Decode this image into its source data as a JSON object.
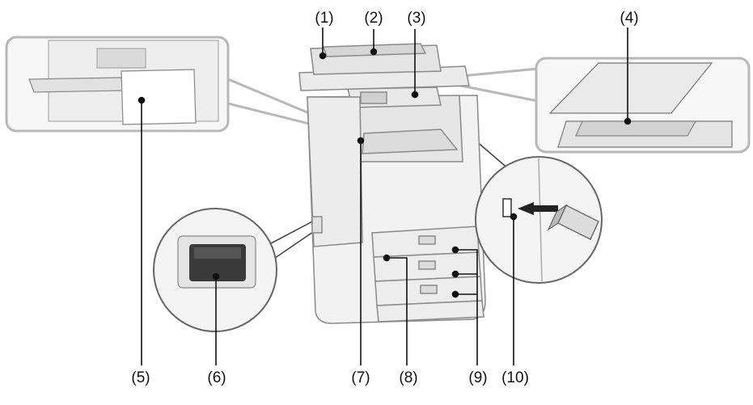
{
  "labels": {
    "l1": "(1)",
    "l2": "(2)",
    "l3": "(3)",
    "l4": "(4)",
    "l5": "(5)",
    "l6": "(6)",
    "l7": "(7)",
    "l8": "(8)",
    "l9": "(9)",
    "l10": "(10)"
  },
  "colors": {
    "body": "#f2f2f2",
    "outline": "#8a8a8a",
    "inset_frame": "#b8b8b8",
    "leader": "#111111",
    "dark_part": "#3a3a3a"
  }
}
